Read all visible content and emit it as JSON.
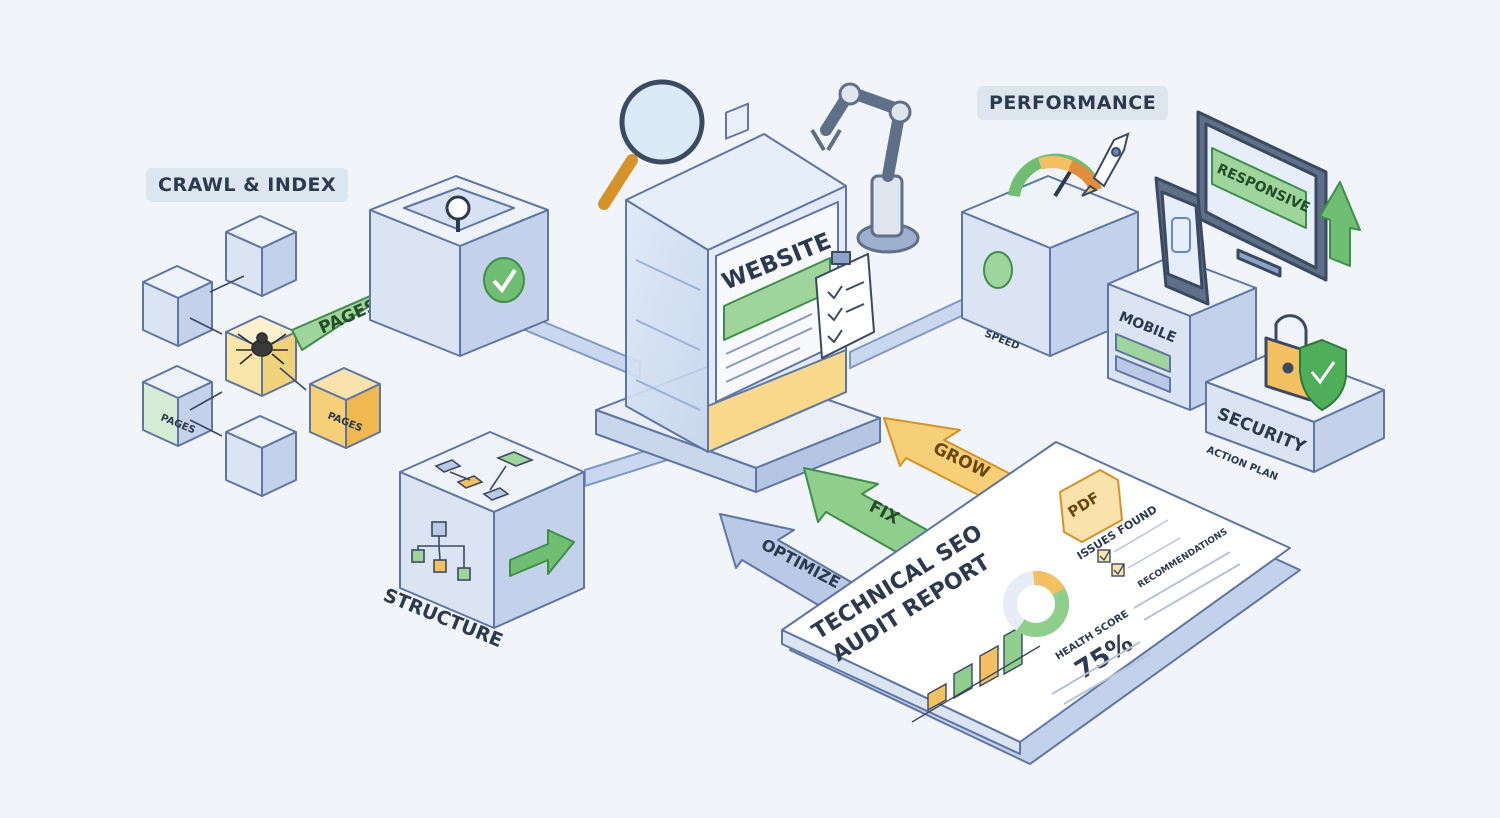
{
  "sections": {
    "crawl_index": "CRAWL & INDEX",
    "performance": "PERFORMANCE",
    "structure": "STRUCTURE"
  },
  "labels": {
    "pages_arrow": "PAGES",
    "pages_cube_1": "PAGES",
    "pages_cube_2": "PAGES",
    "website": "WEBSITE",
    "speed": "SPEED",
    "responsive": "RESPONSIVE",
    "mobile": "MOBILE",
    "security": "SECURITY",
    "action_plan": "ACTION PLAN"
  },
  "arrows": {
    "grow": "GROW",
    "fix": "FIX",
    "optimize": "OPTIMIZE"
  },
  "report": {
    "title_line1": "TECHNICAL SEO",
    "title_line2": "AUDIT REPORT",
    "pdf": "PDF",
    "issues_found": "ISSUES FOUND",
    "recommendations": "RECOMMENDATIONS",
    "health_score_label": "HEALTH SCORE",
    "health_score_value": "75%",
    "health_score_fraction": 0.75
  },
  "colors": {
    "blue": "#b9c9e6",
    "blue_dark": "#6b86b8",
    "green": "#8ccb8e",
    "green_dark": "#3f8e4a",
    "orange": "#f4c062",
    "orange_dark": "#d59228",
    "ink": "#2c3a4e"
  }
}
